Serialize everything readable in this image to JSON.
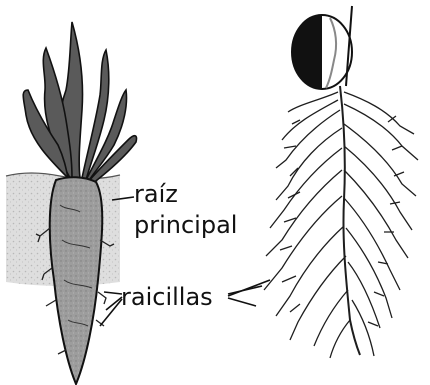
{
  "labels": {
    "main_root_line1": "raíz",
    "main_root_line2": "principal",
    "rootlets": "raicillas"
  },
  "illustration": {
    "left_plant": "carrot-with-leaves",
    "right_plant": "germinating-seed-with-fibrous-roots"
  }
}
